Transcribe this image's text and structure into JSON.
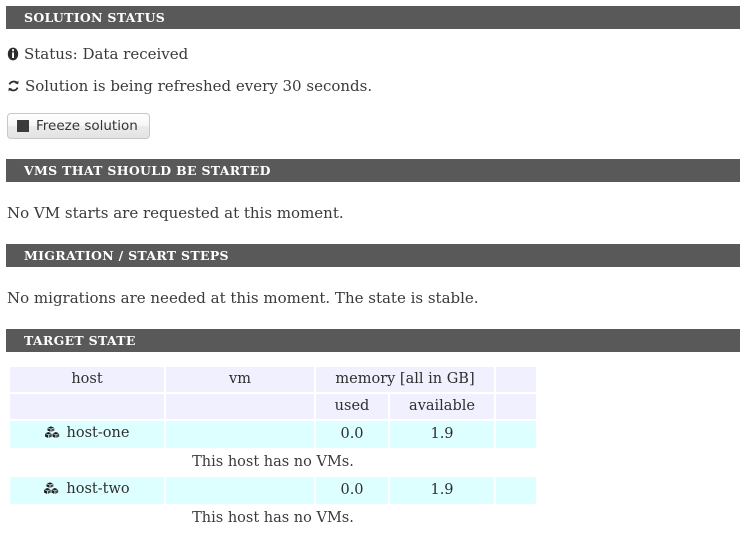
{
  "sections": {
    "solution_status": {
      "title": "SOLUTION STATUS",
      "status_label": "Status: Data received",
      "status_icon": "info-circle-icon",
      "refresh_label": "Solution is being refreshed every 30 seconds.",
      "refresh_icon": "refresh-icon",
      "freeze_button": "Freeze solution",
      "freeze_button_icon": "stop-square-icon"
    },
    "vms_to_start": {
      "title": "VMS THAT SHOULD BE STARTED",
      "message": "No VM starts are requested at this moment."
    },
    "migration_steps": {
      "title": "MIGRATION / START STEPS",
      "message": "No migrations are needed at this moment. The state is stable."
    },
    "target_state": {
      "title": "TARGET STATE",
      "table": {
        "header_row_1": {
          "host": "host",
          "vm": "vm",
          "memory_group": "memory [all in GB]",
          "pad": ""
        },
        "header_row_2": {
          "host": "",
          "vm": "",
          "used": "used",
          "available": "available",
          "pad": ""
        },
        "rows": [
          {
            "icon": "cubes-icon",
            "host": "host-one",
            "vm": "",
            "used": "0.0",
            "available": "1.9",
            "pad": "",
            "empty_message": "This host has no VMs."
          },
          {
            "icon": "cubes-icon",
            "host": "host-two",
            "vm": "",
            "used": "0.0",
            "available": "1.9",
            "pad": "",
            "empty_message": "This host has no VMs."
          }
        ]
      }
    }
  },
  "colors": {
    "section_bar": "#595959",
    "table_header": "#f0f0fe",
    "table_cell": "#ddffff",
    "text": "#333333"
  }
}
